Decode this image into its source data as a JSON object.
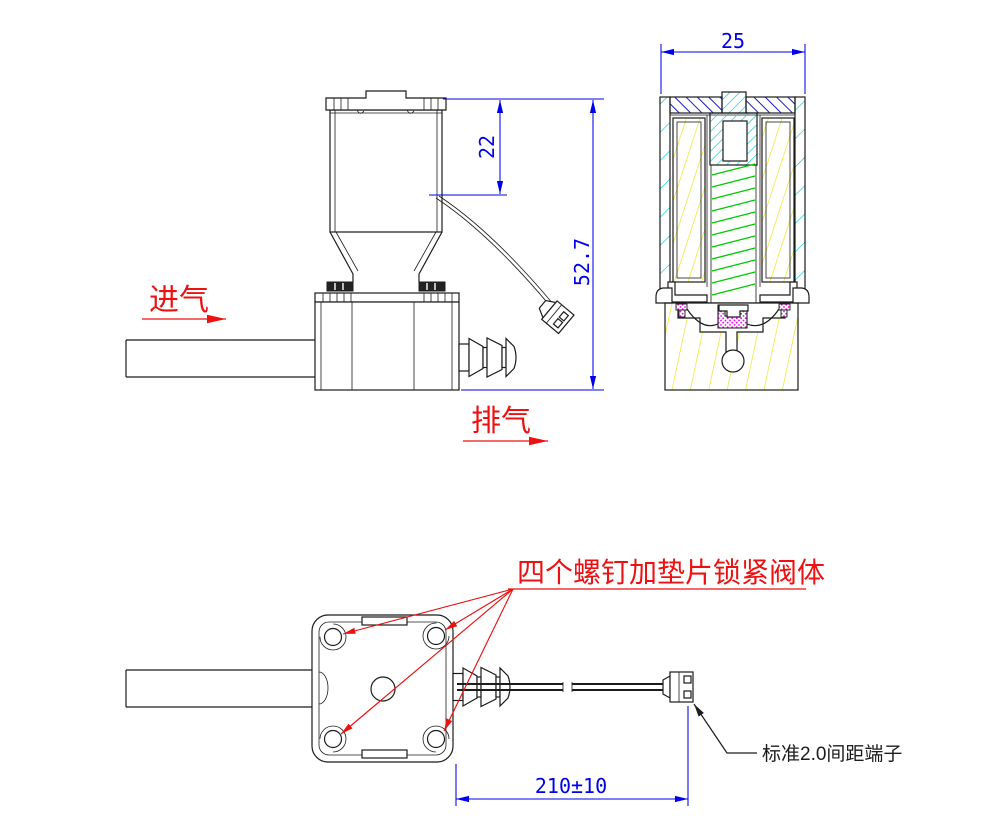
{
  "colors": {
    "line_black": "#1c1c1c",
    "dimension_blue": "#0000ee",
    "label_red": "#ee1111",
    "hatch_cap_blue": "#0000cc",
    "hatch_wall_cyan": "#00cfcf",
    "hatch_coil_yellow": "#e6e600",
    "spring_green": "#00cc00",
    "seal_magenta": "#ff00ff",
    "background": "#ffffff"
  },
  "front_view": {
    "label_inlet": "进气",
    "label_outlet": "排气",
    "dim_height_22": "22",
    "dim_height_52_7": "52.7"
  },
  "section_view": {
    "dim_width_25": "25"
  },
  "bottom_view": {
    "callout_screws": "四个螺钉加垫片锁紧阀体",
    "callout_terminal": "标准2.0间距端子",
    "dim_cable_210": "210±10"
  }
}
